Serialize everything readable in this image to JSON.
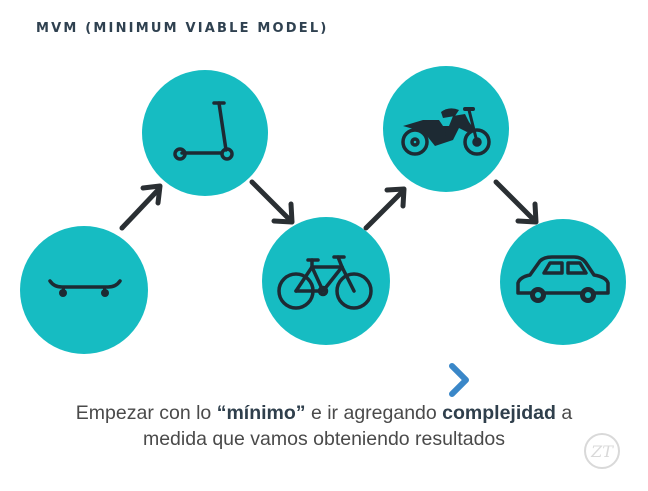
{
  "title": "MVM (MINIMUM VIABLE MODEL)",
  "stages": [
    {
      "name": "skateboard",
      "icon": "skateboard-icon"
    },
    {
      "name": "scooter",
      "icon": "scooter-icon"
    },
    {
      "name": "bicycle",
      "icon": "bicycle-icon"
    },
    {
      "name": "motorcycle",
      "icon": "motorcycle-icon"
    },
    {
      "name": "car",
      "icon": "car-icon"
    }
  ],
  "caption": {
    "line1_a": "Empezar con lo ",
    "line1_b": "“mínimo”",
    "line1_c": " e ir agregando ",
    "line1_d": "complejidad",
    "line1_e": " a",
    "line2": "medida que vamos obteniendo resultados"
  },
  "logo_text": "ZT",
  "colors": {
    "circle": "#16bcc2",
    "icon": "#1d2a33",
    "title": "#2f4150",
    "progress_start": "#6b6b6b",
    "progress_end": "#3a87c8"
  }
}
